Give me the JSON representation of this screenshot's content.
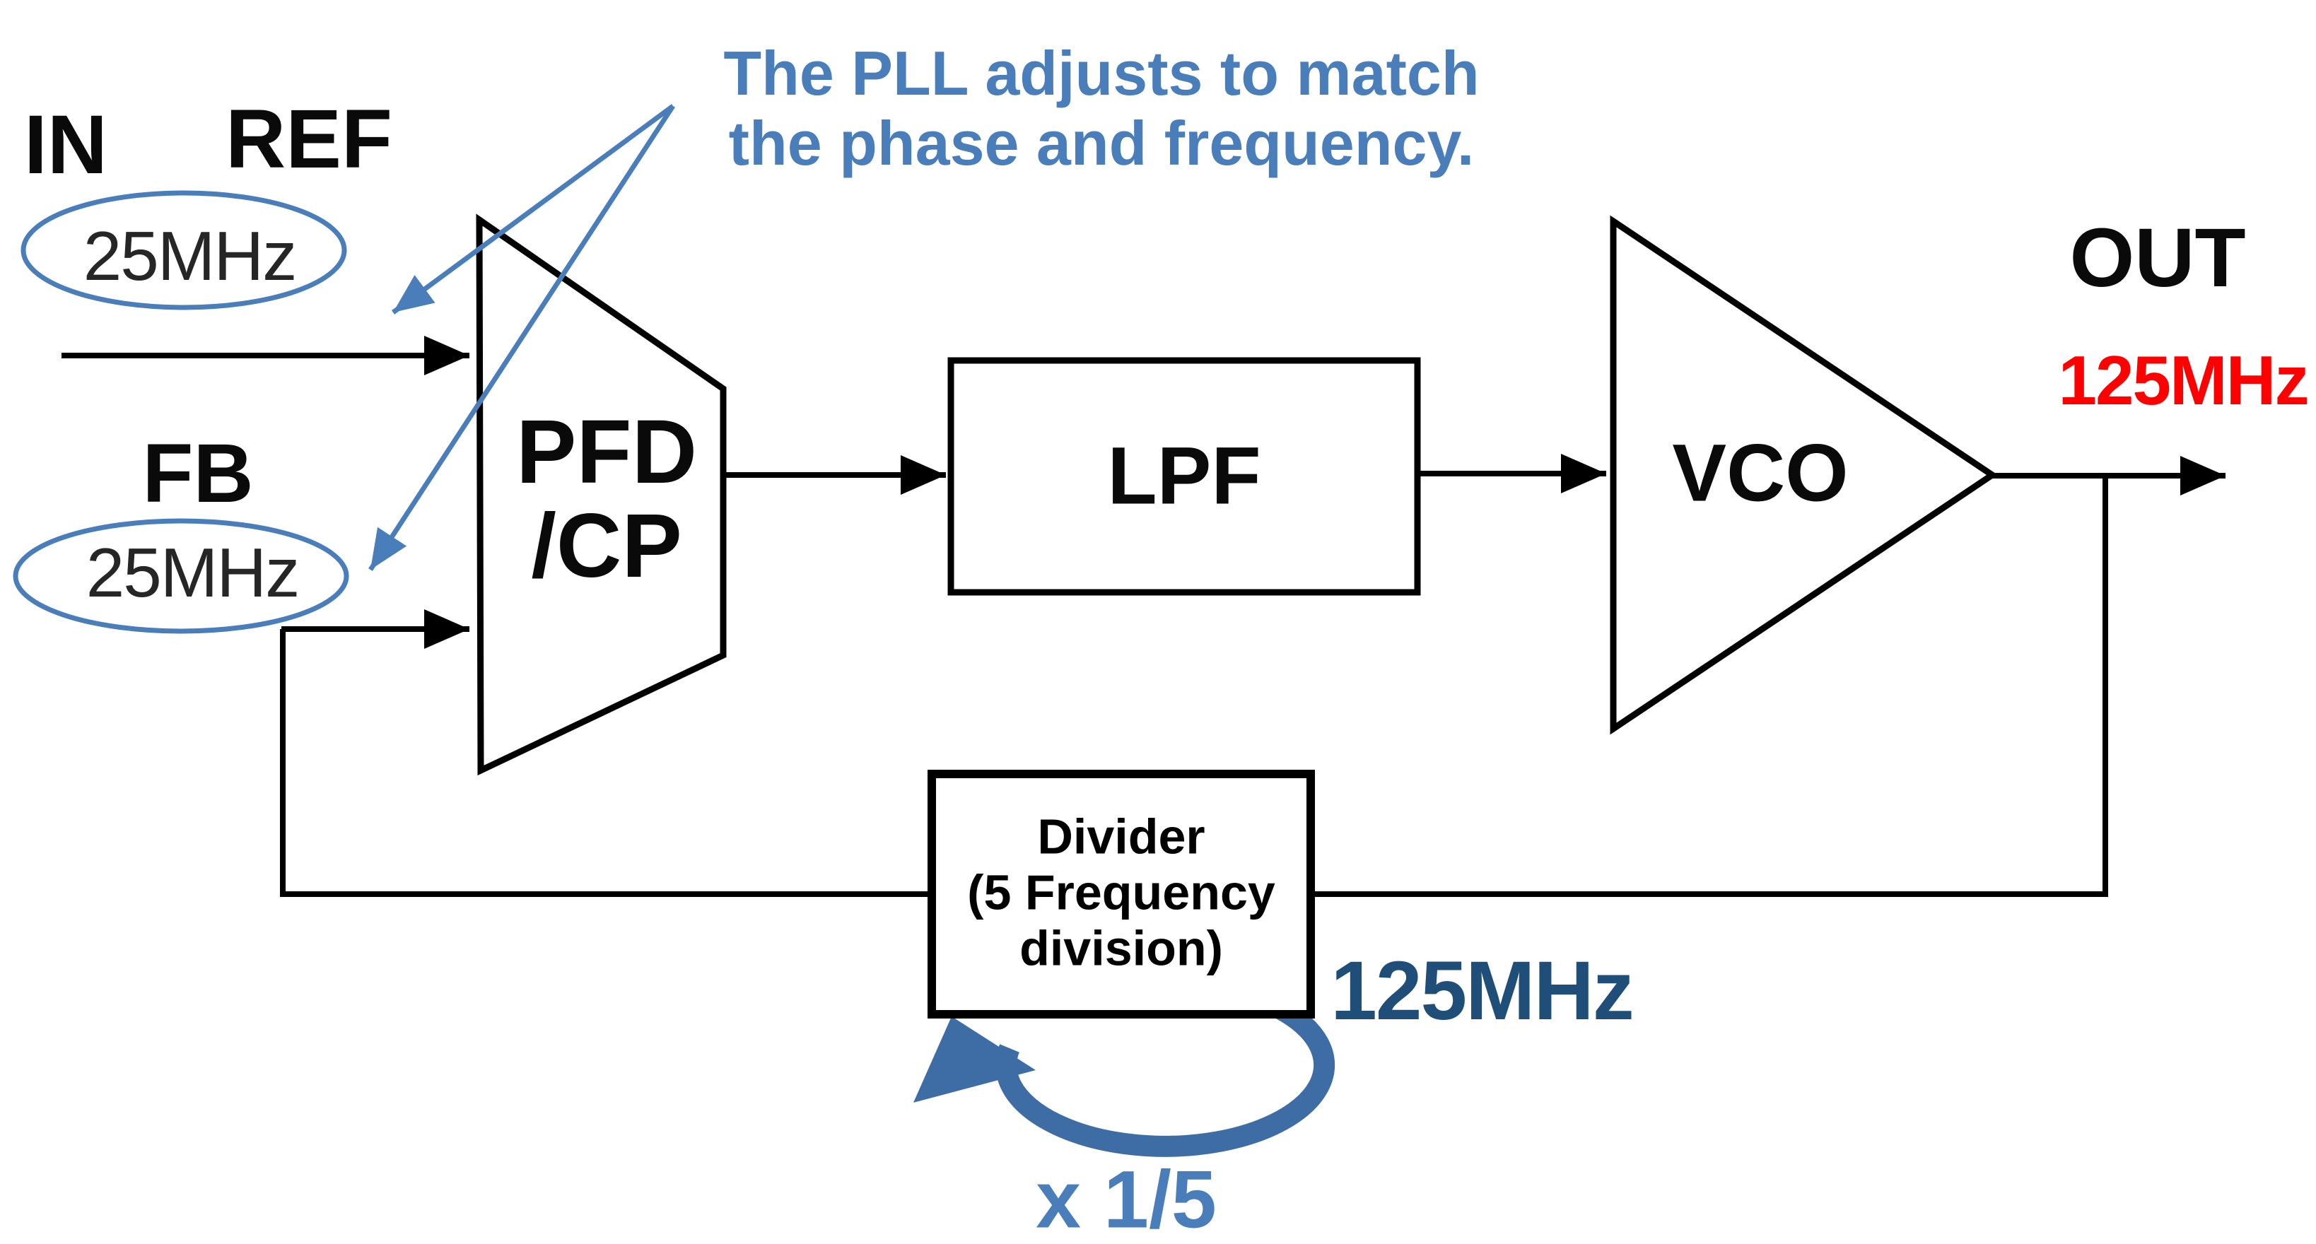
{
  "annotation": {
    "line1": "The PLL adjusts to match",
    "line2": "the phase and frequency."
  },
  "inputs": {
    "in_label": "IN",
    "ref_label": "REF",
    "ref_freq": "25MHz",
    "fb_label": "FB",
    "fb_freq": "25MHz"
  },
  "blocks": {
    "pfd_line1": "PFD",
    "pfd_line2": "/CP",
    "lpf_label": "LPF",
    "vco_label": "VCO"
  },
  "divider": {
    "line1": "Divider",
    "line2": "(5 Frequency",
    "line3": "division)",
    "input_freq": "125MHz",
    "ratio": "x 1/5"
  },
  "output": {
    "label": "OUT",
    "freq": "125MHz"
  },
  "colors": {
    "steel_blue": "#4A7EBB",
    "dark_navy": "#1F4E79",
    "arc_blue": "#3E6DA6",
    "red": "#FF0000",
    "line_black": "#000000"
  }
}
